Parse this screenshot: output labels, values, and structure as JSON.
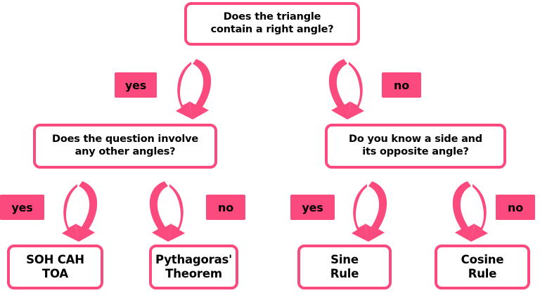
{
  "diagram": {
    "title": "Trigonometry decision flowchart",
    "accent_color": "#fb4a7e",
    "text_color": "#000000",
    "background_color": "#ffffff"
  },
  "nodes": {
    "root": {
      "label": "Does the triangle\ncontain a right angle?",
      "kind": "decision"
    },
    "left_decision": {
      "label": "Does the question involve\nany other angles?",
      "kind": "decision"
    },
    "right_decision": {
      "label": "Do you know a side and\nits opposite angle?",
      "kind": "decision"
    },
    "leaf_soh_cah_toa": {
      "label": "SOH CAH\nTOA",
      "kind": "leaf"
    },
    "leaf_pythagoras": {
      "label": "Pythagoras'\nTheorem",
      "kind": "leaf"
    },
    "leaf_sine_rule": {
      "label": "Sine\nRule",
      "kind": "leaf"
    },
    "leaf_cosine_rule": {
      "label": "Cosine\nRule",
      "kind": "leaf"
    }
  },
  "edge_labels": {
    "root_yes": "yes",
    "root_no": "no",
    "left_yes": "yes",
    "left_no": "no",
    "right_yes": "yes",
    "right_no": "no"
  },
  "arrows": {
    "root_to_left": "curved-arrow-down-left-icon",
    "root_to_right": "curved-arrow-down-right-icon",
    "left_to_soh": "curved-arrow-down-left-icon",
    "left_to_pythagoras": "curved-arrow-down-right-icon",
    "right_to_sine": "curved-arrow-down-left-icon",
    "right_to_cosine": "curved-arrow-down-right-icon"
  }
}
